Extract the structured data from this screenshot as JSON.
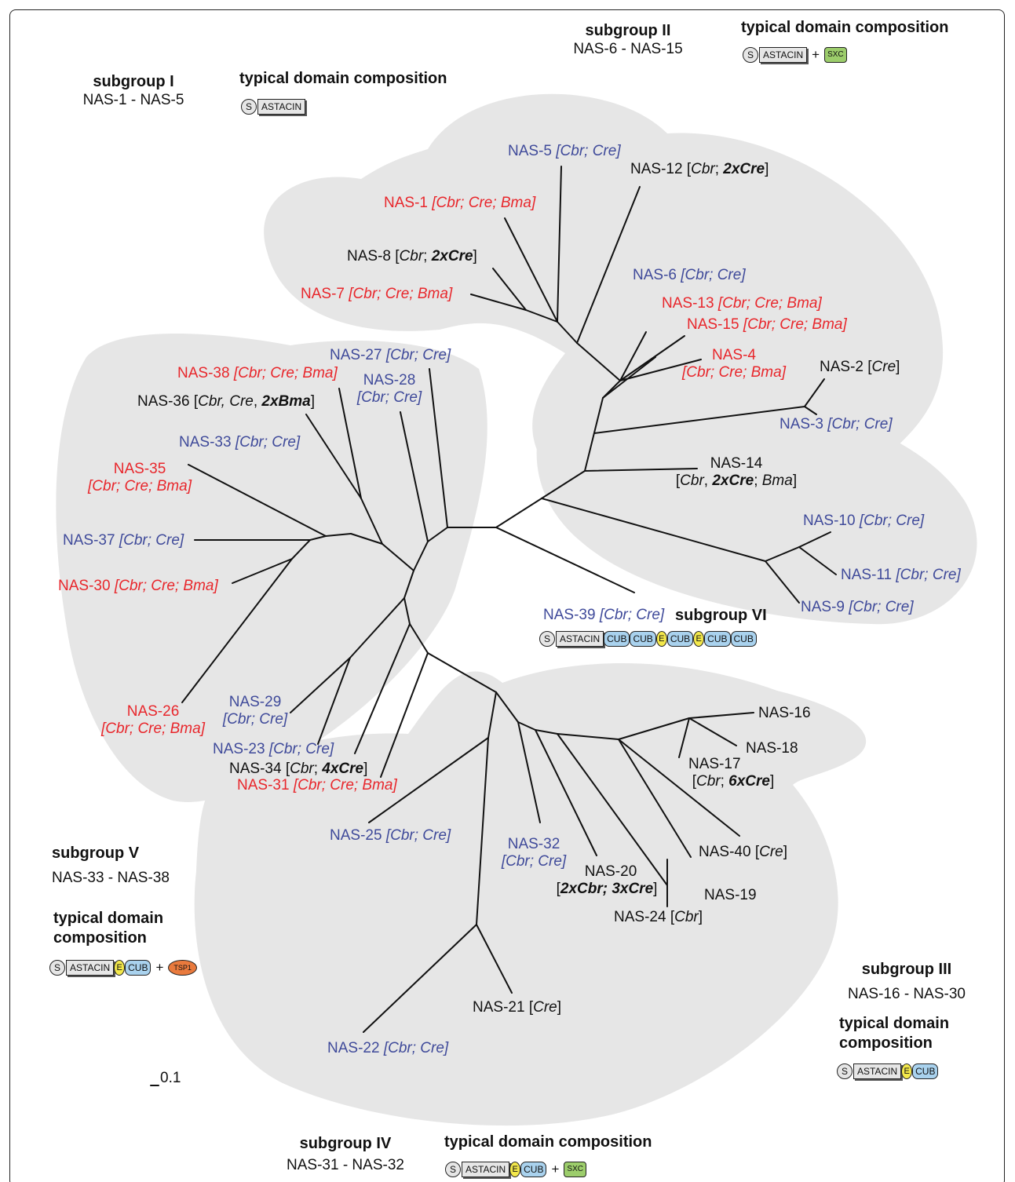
{
  "subgroups": {
    "I": {
      "title": "subgroup I",
      "range": "NAS-1 - NAS-5"
    },
    "II": {
      "title": "subgroup II",
      "range": "NAS-6 - NAS-15"
    },
    "III": {
      "title": "subgroup III",
      "range": "NAS-16 - NAS-30"
    },
    "IV": {
      "title": "subgroup IV",
      "range": "NAS-31 - NAS-32"
    },
    "V": {
      "title": "subgroup V",
      "range": "NAS-33 - NAS-38"
    },
    "VI": {
      "title": "subgroup VI"
    }
  },
  "typical_domain_composition": "typical domain composition",
  "typical_domain_composition_line1": "typical domain",
  "typical_domain_composition_line2": "composition",
  "domains": {
    "s": "S",
    "astacin": "ASTACIN",
    "cub": "CUB",
    "e": "E",
    "sxc": "SXC",
    "tsp1": "TSP1",
    "plus": "+"
  },
  "scale_bar": "0.1",
  "colors": {
    "red": "#e8262b",
    "blue": "#3f4a9a",
    "black": "#111111",
    "region": "#e6e6e6"
  },
  "labels": {
    "nas5": {
      "name": "NAS-5",
      "tail": "[Cbr; Cre]"
    },
    "nas12": {
      "name": "NAS-12",
      "a": "[",
      "b": "Cbr",
      "c": "; ",
      "d": "2xCre",
      "e": "]"
    },
    "nas1": {
      "name": "NAS-1",
      "tail": "[Cbr; Cre; Bma]"
    },
    "nas8": {
      "name": "NAS-8",
      "a": "[",
      "b": "Cbr",
      "c": "; ",
      "d": "2xCre",
      "e": "]"
    },
    "nas7": {
      "name": "NAS-7",
      "tail": "[Cbr; Cre; Bma]"
    },
    "nas6": {
      "name": "NAS-6",
      "tail": "[Cbr; Cre]"
    },
    "nas13": {
      "name": "NAS-13",
      "tail": "[Cbr; Cre; Bma]"
    },
    "nas15": {
      "name": "NAS-15",
      "tail": "[Cbr; Cre; Bma]"
    },
    "nas4": {
      "name": "NAS-4",
      "tail": "[Cbr; Cre; Bma]"
    },
    "nas2": {
      "name": "NAS-2",
      "a": "[",
      "b": "Cre",
      "e": "]"
    },
    "nas3": {
      "name": "NAS-3",
      "tail": "[Cbr; Cre]"
    },
    "nas14": {
      "name": "NAS-14",
      "a": "[",
      "b": "Cbr",
      "c": ", ",
      "d": "2xCre",
      "f": "; ",
      "g": "Bma",
      "e": "]"
    },
    "nas10": {
      "name": "NAS-10",
      "tail": "[Cbr; Cre]"
    },
    "nas11": {
      "name": "NAS-11",
      "tail": "[Cbr; Cre]"
    },
    "nas9": {
      "name": "NAS-9",
      "tail": "[Cbr; Cre]"
    },
    "nas39": {
      "name": "NAS-39",
      "tail": "[Cbr; Cre]"
    },
    "nas27": {
      "name": "NAS-27",
      "tail": "[Cbr; Cre]"
    },
    "nas38": {
      "name": "NAS-38",
      "tail": "[Cbr; Cre; Bma]"
    },
    "nas28": {
      "name": "NAS-28",
      "tail": "[Cbr; Cre]"
    },
    "nas36": {
      "name": "NAS-36",
      "a": "[",
      "b": "Cbr, Cre",
      "c": ", ",
      "d": "2xBma",
      "e": "]"
    },
    "nas33": {
      "name": "NAS-33",
      "tail": "[Cbr; Cre]"
    },
    "nas35": {
      "name": "NAS-35",
      "tail": "[Cbr; Cre; Bma]"
    },
    "nas37": {
      "name": "NAS-37",
      "tail": "[Cbr; Cre]"
    },
    "nas30": {
      "name": "NAS-30",
      "tail": "[Cbr; Cre; Bma]"
    },
    "nas26": {
      "name": "NAS-26",
      "tail": "[Cbr; Cre; Bma]"
    },
    "nas29": {
      "name": "NAS-29",
      "tail": "[Cbr; Cre]"
    },
    "nas23": {
      "name": "NAS-23",
      "tail": "[Cbr; Cre]"
    },
    "nas34": {
      "name": "NAS-34",
      "a": "[",
      "b": "Cbr",
      "c": "; ",
      "d": "4xCre",
      "e": "]"
    },
    "nas31": {
      "name": "NAS-31",
      "tail": "[Cbr; Cre; Bma]"
    },
    "nas25": {
      "name": "NAS-25",
      "tail": "[Cbr; Cre]"
    },
    "nas16": {
      "name": "NAS-16"
    },
    "nas18": {
      "name": "NAS-18"
    },
    "nas17": {
      "name": "NAS-17",
      "a": "[",
      "b": "Cbr",
      "c": "; ",
      "d": "6xCre",
      "e": "]"
    },
    "nas40": {
      "name": "NAS-40",
      "a": "[",
      "b": "Cre",
      "e": "]"
    },
    "nas32": {
      "name": "NAS-32",
      "tail": "[Cbr; Cre]"
    },
    "nas20": {
      "name": "NAS-20",
      "a": "[",
      "d": "2xCbr; 3xCre",
      "e": "]"
    },
    "nas19": {
      "name": "NAS-19"
    },
    "nas24": {
      "name": "NAS-24",
      "a": "[",
      "b": "Cbr",
      "e": "]"
    },
    "nas21": {
      "name": "NAS-21",
      "a": "[",
      "b": "Cre",
      "e": "]"
    },
    "nas22": {
      "name": "NAS-22",
      "tail": "[Cbr; Cre]"
    }
  }
}
